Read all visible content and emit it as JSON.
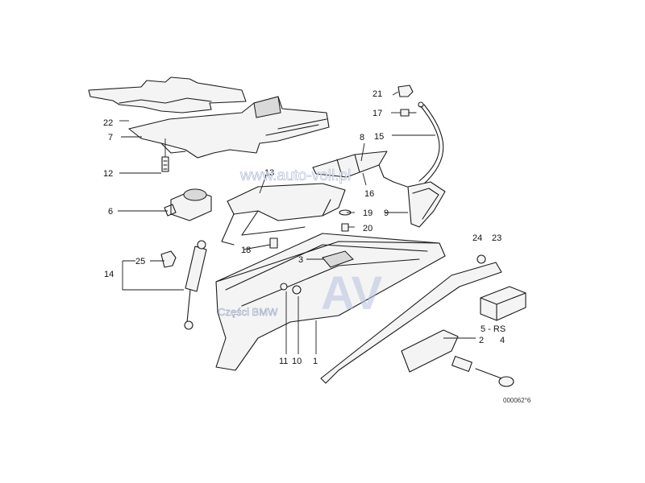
{
  "callouts": {
    "c1": "1",
    "c2": "2",
    "c3": "3",
    "c4": "4",
    "c5rs": "5 - RS",
    "c6": "6",
    "c7": "7",
    "c8": "8",
    "c9": "9",
    "c10": "10",
    "c11": "11",
    "c12": "12",
    "c13": "13",
    "c14": "14",
    "c15": "15",
    "c16": "16",
    "c17": "17",
    "c18": "18",
    "c19": "19",
    "c20": "20",
    "c21": "21",
    "c22": "22",
    "c23": "23",
    "c24": "24",
    "c25": "25"
  },
  "drawing_code": "000062°6",
  "watermark": {
    "url": "www.auto-voll.pl",
    "caption": "Części BMW",
    "logo": "AV"
  }
}
